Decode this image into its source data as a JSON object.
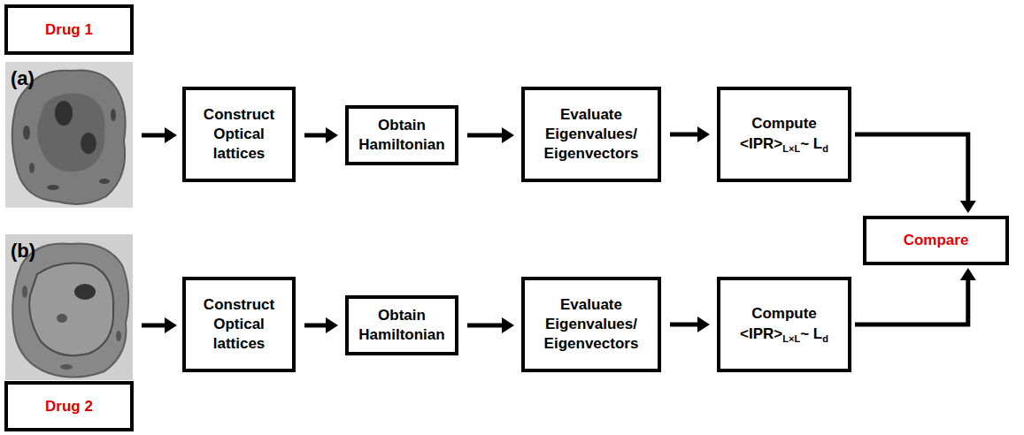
{
  "diagram": {
    "nodes": [
      {
        "text": [
          "Drug 1"
        ]
      },
      {
        "text": [
          "Construct Optical lattices"
        ]
      },
      {
        "text": [
          "Obtain Hamiltonian"
        ]
      },
      {
        "text": [
          "Evaluate Eigenvalues/ Eigenvectors"
        ]
      },
      {
        "text": [
          "Compute",
          "<IPR>",
          "L×L",
          "~ L",
          "d"
        ]
      },
      {
        "text": [
          "Compare"
        ]
      },
      {
        "text": [
          "Construct Optical lattices"
        ]
      },
      {
        "text": [
          "Obtain Hamiltonian"
        ]
      },
      {
        "text": [
          "Evaluate Eigenvalues/ Eigenvectors"
        ]
      },
      {
        "text": [
          "Compute",
          "<IPR>",
          "L×L",
          "~ L",
          "d"
        ]
      },
      {
        "text": [
          "Drug 2"
        ]
      }
    ],
    "edges": [
      {
        "from": 1,
        "to": 2,
        "arrow": "to"
      },
      {
        "from": 2,
        "to": 3,
        "arrow": "to"
      },
      {
        "from": 3,
        "to": 4,
        "arrow": "to"
      },
      {
        "from": 4,
        "to": 5,
        "arrow": "to"
      },
      {
        "from": 6,
        "to": 7,
        "arrow": "to"
      },
      {
        "from": 7,
        "to": 8,
        "arrow": "to"
      },
      {
        "from": 8,
        "to": 9,
        "arrow": "to"
      },
      {
        "from": 9,
        "to": 5,
        "arrow": "to"
      }
    ],
    "labels": [
      "(a)",
      "(b)"
    ]
  }
}
